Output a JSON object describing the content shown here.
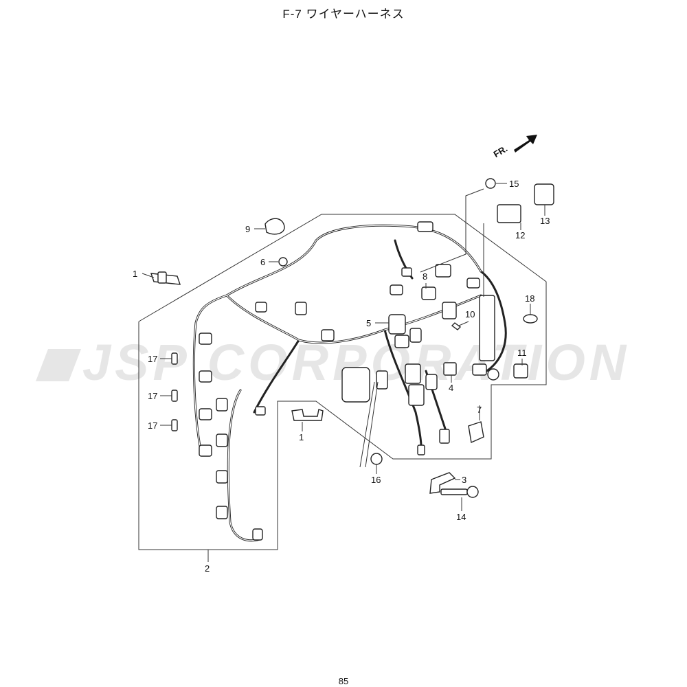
{
  "title": "F-7  ワイヤーハーネス",
  "page_number": "85",
  "watermark": "JSP CORPORATION",
  "direction_label": "FR.",
  "callouts": {
    "c1a": "1",
    "c1b": "1",
    "c2": "2",
    "c3": "3",
    "c4": "4",
    "c5": "5",
    "c6": "6",
    "c7": "7",
    "c8": "8",
    "c9": "9",
    "c10": "10",
    "c11": "11",
    "c12": "12",
    "c13": "13",
    "c14": "14",
    "c15": "15",
    "c16": "16",
    "c17a": "17",
    "c17b": "17",
    "c17c": "17",
    "c18": "18"
  }
}
